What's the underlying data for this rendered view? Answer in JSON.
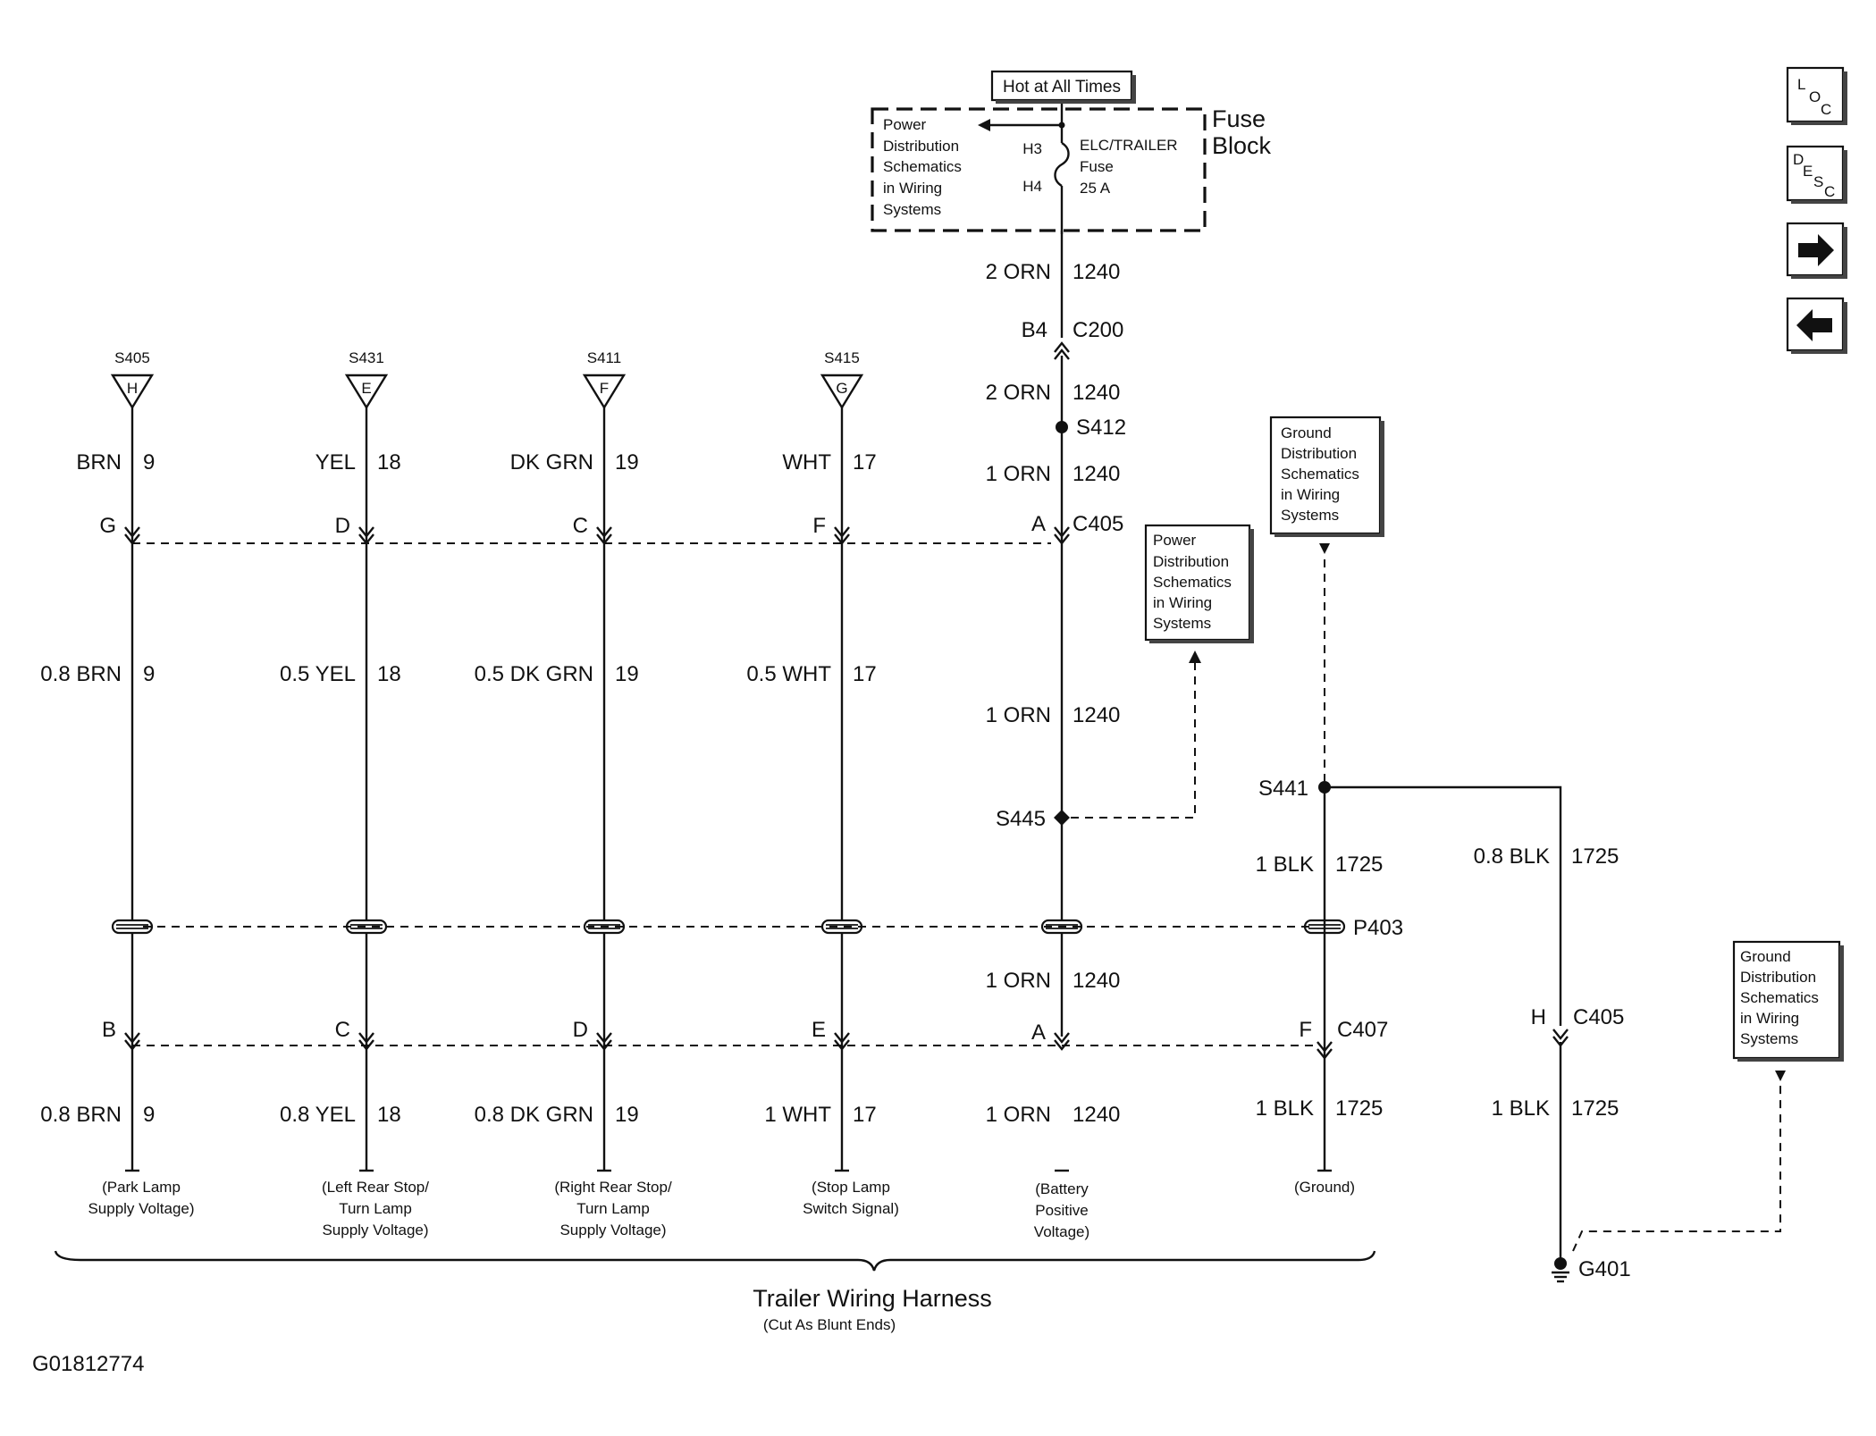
{
  "header": {
    "hot_label": "Hot at All Times",
    "fuse_block_line1": "Fuse",
    "fuse_block_line2": "Block",
    "fuse_pin_in": "H3",
    "fuse_pin_out": "H4",
    "fuse_name": "ELC/TRAILER",
    "fuse_word": "Fuse",
    "fuse_rating": "25 A",
    "power_ref_lines": [
      "Power",
      "Distribution",
      "Schematics",
      "in Wiring",
      "Systems"
    ]
  },
  "main_wire": {
    "top_wire_size": "2 ORN",
    "top_wire_circuit": "1240",
    "c200_pin": "B4",
    "c200_name": "C200",
    "mid_wire_size": "2 ORN",
    "mid_wire_circuit": "1240",
    "splice_s412": "S412",
    "lower_wire_size": "1 ORN",
    "lower_wire_circuit": "1240",
    "c405_pin": "A",
    "c405_name": "C405",
    "after_c405_size": "1 ORN",
    "after_c405_circuit": "1240",
    "splice_s445": "S445",
    "after_p403_size": "1 ORN",
    "after_p403_circuit": "1240",
    "c407_pin": "A",
    "final_size": "1 ORN",
    "final_circuit": "1240",
    "function": [
      "(Battery",
      "Positive",
      "Voltage)"
    ]
  },
  "power_ref_mid": [
    "Power",
    "Distribution",
    "Schematics",
    "in Wiring",
    "Systems"
  ],
  "ground_ref_top": [
    "Ground",
    "Distribution",
    "Schematics",
    "in Wiring",
    "Systems"
  ],
  "ground_ref_right": [
    "Ground",
    "Distribution",
    "Schematics",
    "in Wiring",
    "Systems"
  ],
  "columns": [
    {
      "splice": "S405",
      "splice_letter": "H",
      "top_size": "BRN",
      "top_circuit": "9",
      "c405_pin": "G",
      "mid_size": "0.8 BRN",
      "mid_circuit": "9",
      "c407_pin": "B",
      "bot_size": "0.8 BRN",
      "bot_circuit": "9",
      "function": [
        "(Park Lamp",
        "Supply Voltage)"
      ]
    },
    {
      "splice": "S431",
      "splice_letter": "E",
      "top_size": "YEL",
      "top_circuit": "18",
      "c405_pin": "D",
      "mid_size": "0.5 YEL",
      "mid_circuit": "18",
      "c407_pin": "C",
      "bot_size": "0.8 YEL",
      "bot_circuit": "18",
      "function": [
        "(Left Rear Stop/",
        "Turn Lamp",
        "Supply Voltage)"
      ]
    },
    {
      "splice": "S411",
      "splice_letter": "F",
      "top_size": "DK GRN",
      "top_circuit": "19",
      "c405_pin": "C",
      "mid_size": "0.5 DK GRN",
      "mid_circuit": "19",
      "c407_pin": "D",
      "bot_size": "0.8 DK GRN",
      "bot_circuit": "19",
      "function": [
        "(Right Rear Stop/",
        "Turn Lamp",
        "Supply Voltage)"
      ]
    },
    {
      "splice": "S415",
      "splice_letter": "G",
      "top_size": "WHT",
      "top_circuit": "17",
      "c405_pin": "F",
      "mid_size": "0.5 WHT",
      "mid_circuit": "17",
      "c407_pin": "E",
      "bot_size": "1 WHT",
      "bot_circuit": "17",
      "function": [
        "(Stop Lamp",
        "Switch Signal)"
      ]
    }
  ],
  "ground_column": {
    "splice": "S441",
    "size_a": "1 BLK",
    "circuit_a": "1725",
    "p403": "P403",
    "c407_pin": "F",
    "c407_name": "C407",
    "size_b": "1 BLK",
    "circuit_b": "1725",
    "function": "(Ground)"
  },
  "g401_column": {
    "size_a": "0.8 BLK",
    "circuit_a": "1725",
    "c405_pin": "H",
    "c405_name": "C405",
    "size_b": "1 BLK",
    "circuit_b": "1725",
    "ground_name": "G401"
  },
  "harness": {
    "title": "Trailer Wiring Harness",
    "subtitle": "(Cut As Blunt Ends)"
  },
  "figure_id": "G01812774",
  "nav": {
    "loc_label": [
      "L",
      "O",
      "C"
    ],
    "desc_label": [
      "D",
      "E",
      "S",
      "C"
    ],
    "next_icon": "arrow-right",
    "prev_icon": "arrow-left"
  }
}
